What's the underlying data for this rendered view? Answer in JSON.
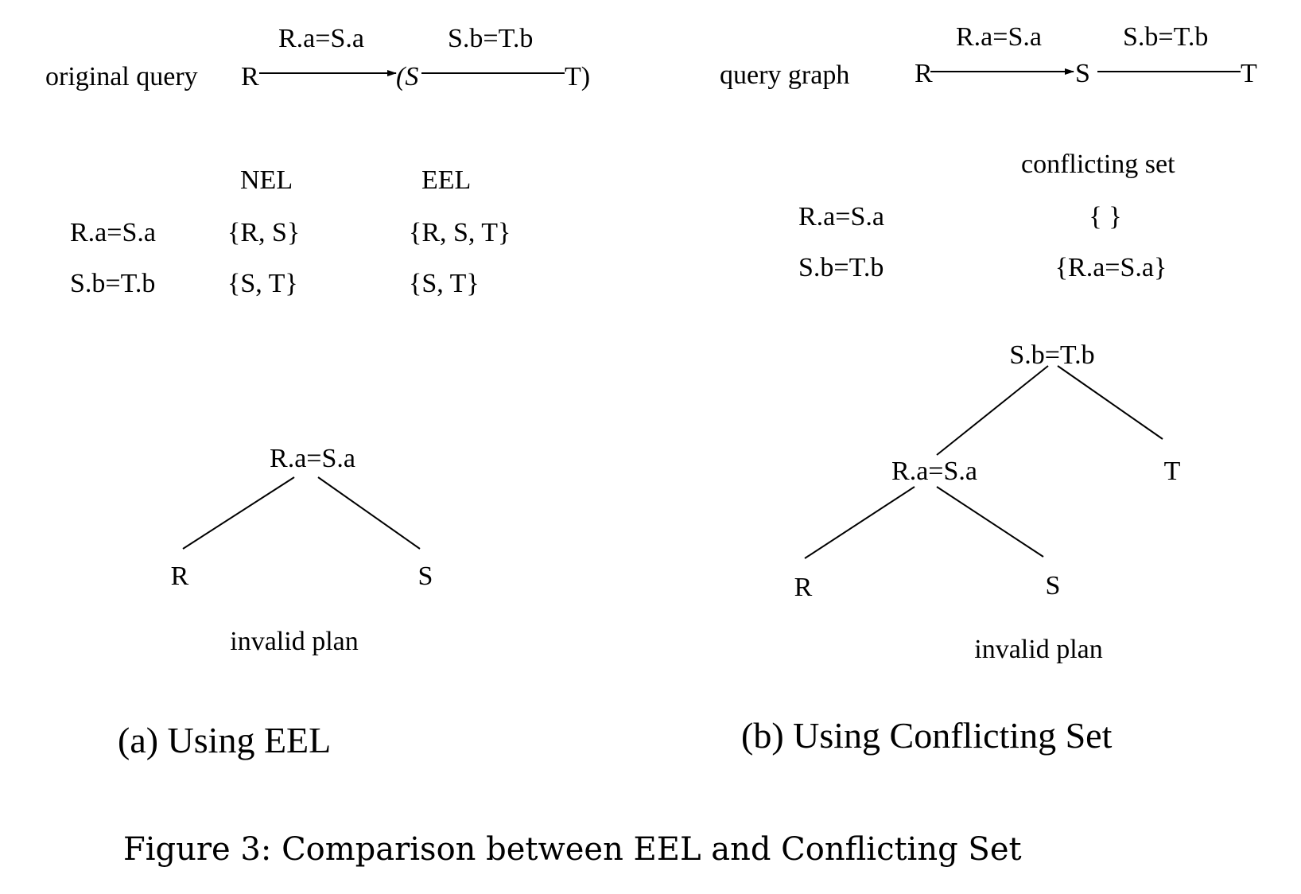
{
  "panel_a": {
    "original_query_label": "original query",
    "edge1_label": "R.a=S.a",
    "edge2_label": "S.b=T.b",
    "node_r": "R",
    "node_s": "(S",
    "node_t": "T)",
    "table_headers": [
      "NEL",
      "EEL"
    ],
    "rows": [
      {
        "pred": "R.a=S.a",
        "nel": "{R, S}",
        "eel": "{R, S, T}"
      },
      {
        "pred": "S.b=T.b",
        "nel": "{S, T}",
        "eel": "{S, T}"
      }
    ],
    "plan": {
      "root": "R.a=S.a",
      "left": "R",
      "right": "S",
      "label": "invalid plan"
    },
    "caption": "(a) Using EEL"
  },
  "panel_b": {
    "query_graph_label": "query graph",
    "edge1_label": "R.a=S.a",
    "edge2_label": "S.b=T.b",
    "node_r": "R",
    "node_s": "S",
    "node_t": "T",
    "table_header": "conflicting set",
    "rows": [
      {
        "pred": "R.a=S.a",
        "set": "{ }"
      },
      {
        "pred": "S.b=T.b",
        "set": "{R.a=S.a}"
      }
    ],
    "plan": {
      "root": "S.b=T.b",
      "mid": "R.a=S.a",
      "right_leaf": "T",
      "left": "R",
      "right": "S",
      "label": "invalid plan"
    },
    "caption": "(b) Using Conflicting Set"
  },
  "figure_caption": "Figure 3: Comparison between EEL and Conflicting Set"
}
